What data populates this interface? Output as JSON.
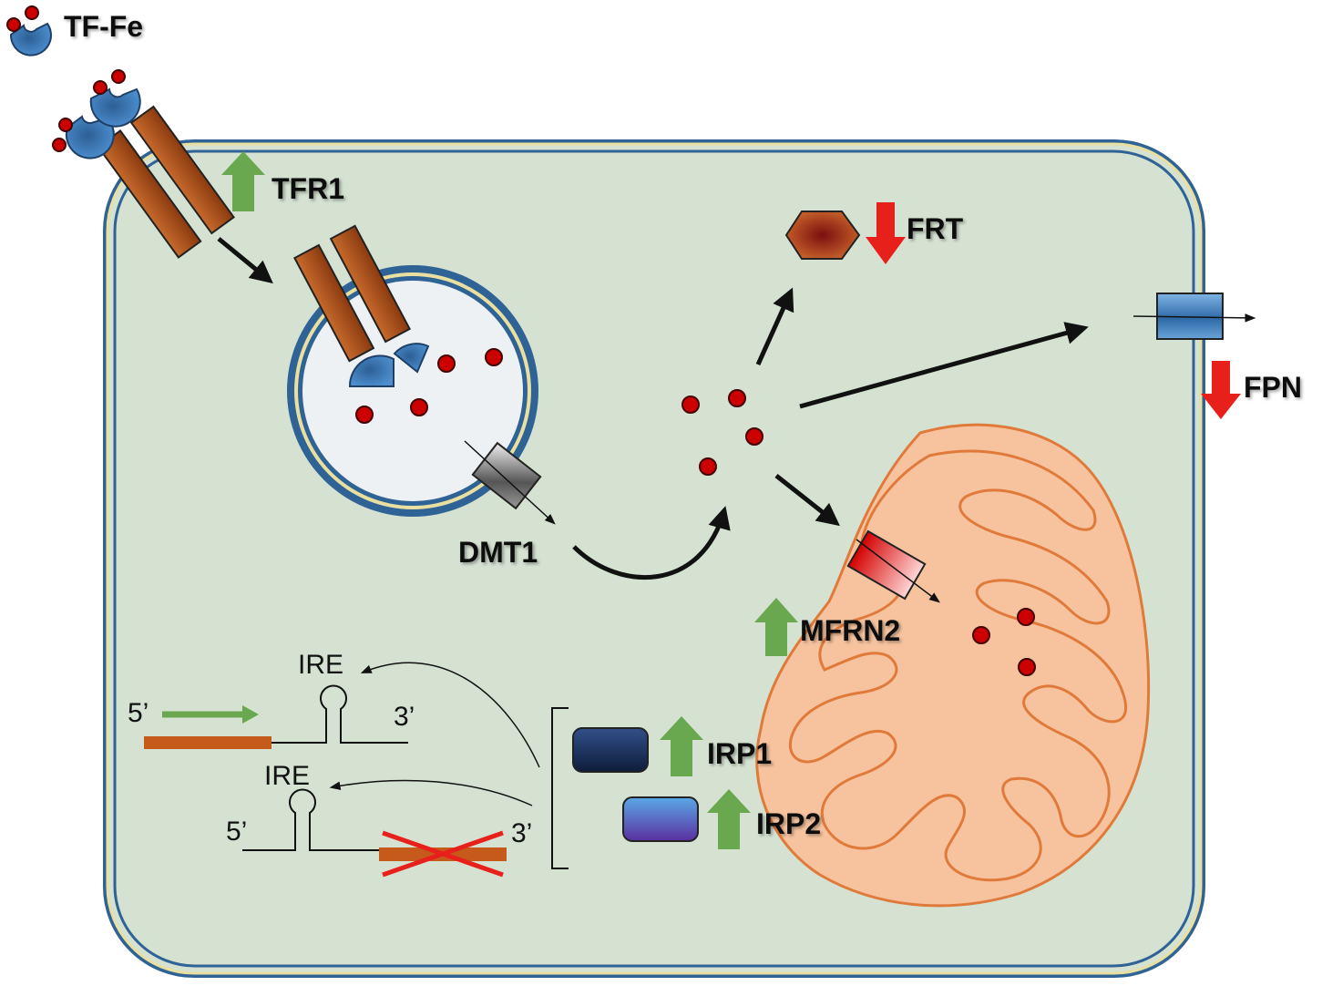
{
  "labels": {
    "tf_fe": "TF-Fe",
    "tfr1": "TFR1",
    "frt": "FRT",
    "fpn": "FPN",
    "dmt1": "DMT1",
    "mfrn2": "MFRN2",
    "irp1": "IRP1",
    "irp2": "IRP2",
    "ire_top": "IRE",
    "ire_bottom": "IRE",
    "five_prime_top": "5’",
    "three_prime_top": "3’",
    "five_prime_bottom": "5’",
    "three_prime_bottom": "3’"
  },
  "regulation": {
    "tfr1": "up",
    "frt": "down",
    "fpn": "down",
    "mfrn2": "up",
    "irp1": "up",
    "irp2": "up"
  },
  "colors": {
    "up_arrow": "#6aa84f",
    "down_arrow": "#e8201c",
    "iron": "#cc0000",
    "transferrin": "#3a78b8",
    "receptor": "#b4561c",
    "cytoplasm": "#d5e2d2",
    "membrane": "#2f6396",
    "mitochondrion": "#f6c39e",
    "mrna_bar": "#c55a1b"
  },
  "icons": {
    "transferrin": "transferrin-icon",
    "iron_atom": "iron-dot-icon",
    "ferritin": "hexagon-icon",
    "ferroportin": "channel-icon",
    "dmt1": "channel-icon",
    "mitoferrin": "channel-icon",
    "irp1": "protein-block-icon",
    "irp2": "protein-block-icon"
  }
}
